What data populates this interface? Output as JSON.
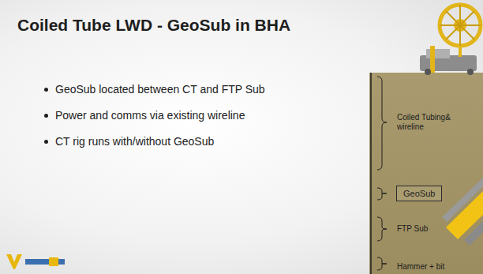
{
  "diagram": {
    "title": "Coiled Tube LWD - GeoSub in BHA",
    "nodes": [
      {
        "text": [
          "Coiled Tubing& wireline",
          "FTP Sub",
          "Hammer + bit"
        ]
      },
      {
        "text": [
          "GeoSub"
        ],
        "in": 0
      }
    ],
    "labels": [
      "GeoSub located between CT and FTP Sub",
      "Power and comms via existing wireline",
      "CT rig runs with/without GeoSub"
    ]
  }
}
